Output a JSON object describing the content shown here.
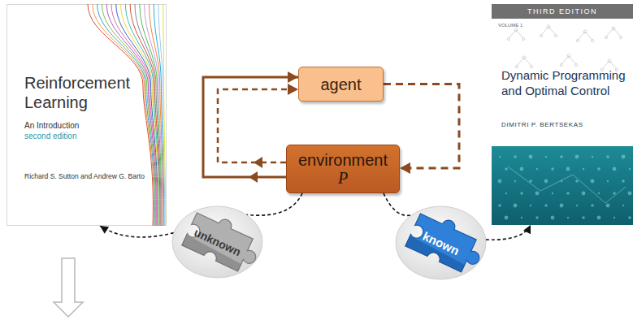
{
  "diagram": {
    "nodes": [
      {
        "text": [
          "Reinforcement Learning",
          "An Introduction",
          "second edition",
          "Richard S. Sutton and Andrew G. Barto"
        ]
      },
      {
        "text": [
          "agent"
        ]
      },
      {
        "text": [
          "environment",
          "P"
        ]
      },
      {
        "text": [
          "THIRD EDITION",
          "VOLUME 1",
          "Dynamic Programming and Optimal Control",
          "DIMITRI P. BERTSEKAS"
        ]
      },
      {
        "text": [
          "unknown"
        ]
      },
      {
        "text": [
          "known"
        ]
      }
    ],
    "edges": [
      {
        "from": 1,
        "to": 2,
        "arrow": "to"
      },
      {
        "from": 2,
        "to": 1,
        "arrow": "to"
      },
      {
        "from": 2,
        "to": 1,
        "arrow": "to"
      },
      {
        "from": 2,
        "to": 4,
        "arrow": "none"
      },
      {
        "from": 4,
        "to": 0,
        "arrow": "to"
      },
      {
        "from": 2,
        "to": 5,
        "arrow": "none"
      },
      {
        "from": 5,
        "to": 3,
        "arrow": "to"
      }
    ]
  }
}
